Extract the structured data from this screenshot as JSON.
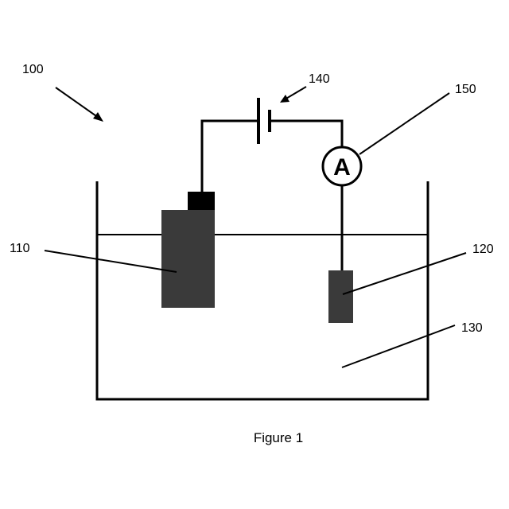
{
  "figure": {
    "caption": "Figure 1",
    "ammeter_symbol": "A",
    "labels": {
      "assembly": "100",
      "electrode_large": "110",
      "electrode_small": "120",
      "electrolyte": "130",
      "battery": "140",
      "ammeter": "150"
    },
    "colors": {
      "line": "#000000",
      "electrode": "#3a3a3a",
      "terminal": "#000000",
      "background": "#ffffff"
    }
  }
}
